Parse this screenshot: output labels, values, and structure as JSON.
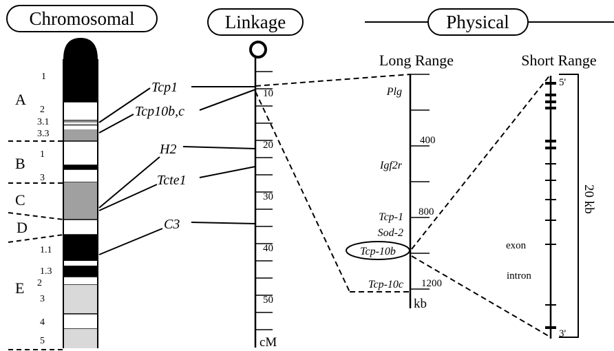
{
  "headers": {
    "chromosomal": "Chromosomal",
    "linkage": "Linkage",
    "physical": "Physical"
  },
  "chromosome": {
    "regions": [
      "A",
      "B",
      "C",
      "D",
      "E"
    ],
    "bands": [
      "1",
      "2",
      "3.1",
      "3.3",
      "1",
      "3",
      "1.1",
      "1.3",
      "2",
      "3",
      "4",
      "5"
    ]
  },
  "linkage": {
    "ticks": [
      "10",
      "20",
      "30",
      "40",
      "50"
    ],
    "unit": "cM",
    "genes": [
      "Tcp1",
      "Tcp10b,c",
      "H2",
      "Tcte1",
      "C3"
    ]
  },
  "long_range": {
    "title": "Long Range",
    "ticks": [
      "400",
      "800",
      "1200"
    ],
    "unit": "kb",
    "genes": [
      "Plg",
      "Igf2r",
      "Tcp-1",
      "Sod-2",
      "Tcp-10b",
      "Tcp-10c"
    ]
  },
  "short_range": {
    "title": "Short Range",
    "five_prime": "5'",
    "three_prime": "3'",
    "exon": "exon",
    "intron": "intron",
    "scale": "20 kb"
  }
}
